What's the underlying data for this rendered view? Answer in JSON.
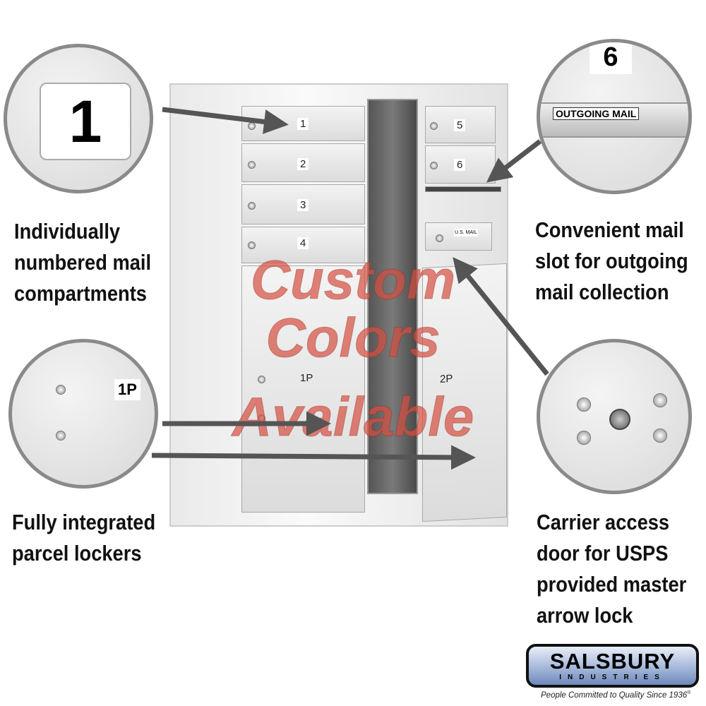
{
  "callouts": {
    "numbered": {
      "badge": "1",
      "caption_lines": [
        "Individually",
        "numbered mail",
        "compartments"
      ]
    },
    "outgoing": {
      "badge": "6",
      "label": "OUTGOING MAIL",
      "caption_lines": [
        "Convenient mail",
        "slot for outgoing",
        "mail collection"
      ]
    },
    "parcel": {
      "badge": "1P",
      "caption_lines": [
        "Fully integrated",
        "parcel lockers"
      ]
    },
    "carrier": {
      "caption_lines": [
        "Carrier access",
        "door for USPS",
        "provided master",
        "arrow lock"
      ]
    }
  },
  "mailbox": {
    "doors_left": [
      "1",
      "2",
      "3",
      "4"
    ],
    "doors_right": [
      "5",
      "6"
    ],
    "parcel_left": "1P",
    "parcel_right": "2P",
    "usps_label": "U.S. MAIL"
  },
  "watermark": [
    "Custom",
    "Colors",
    "Available"
  ],
  "logo": {
    "name": "SALSBURY",
    "sub": "INDUSTRIES",
    "tagline": "People Committed to Quality Since 1936",
    "mark": "®"
  }
}
